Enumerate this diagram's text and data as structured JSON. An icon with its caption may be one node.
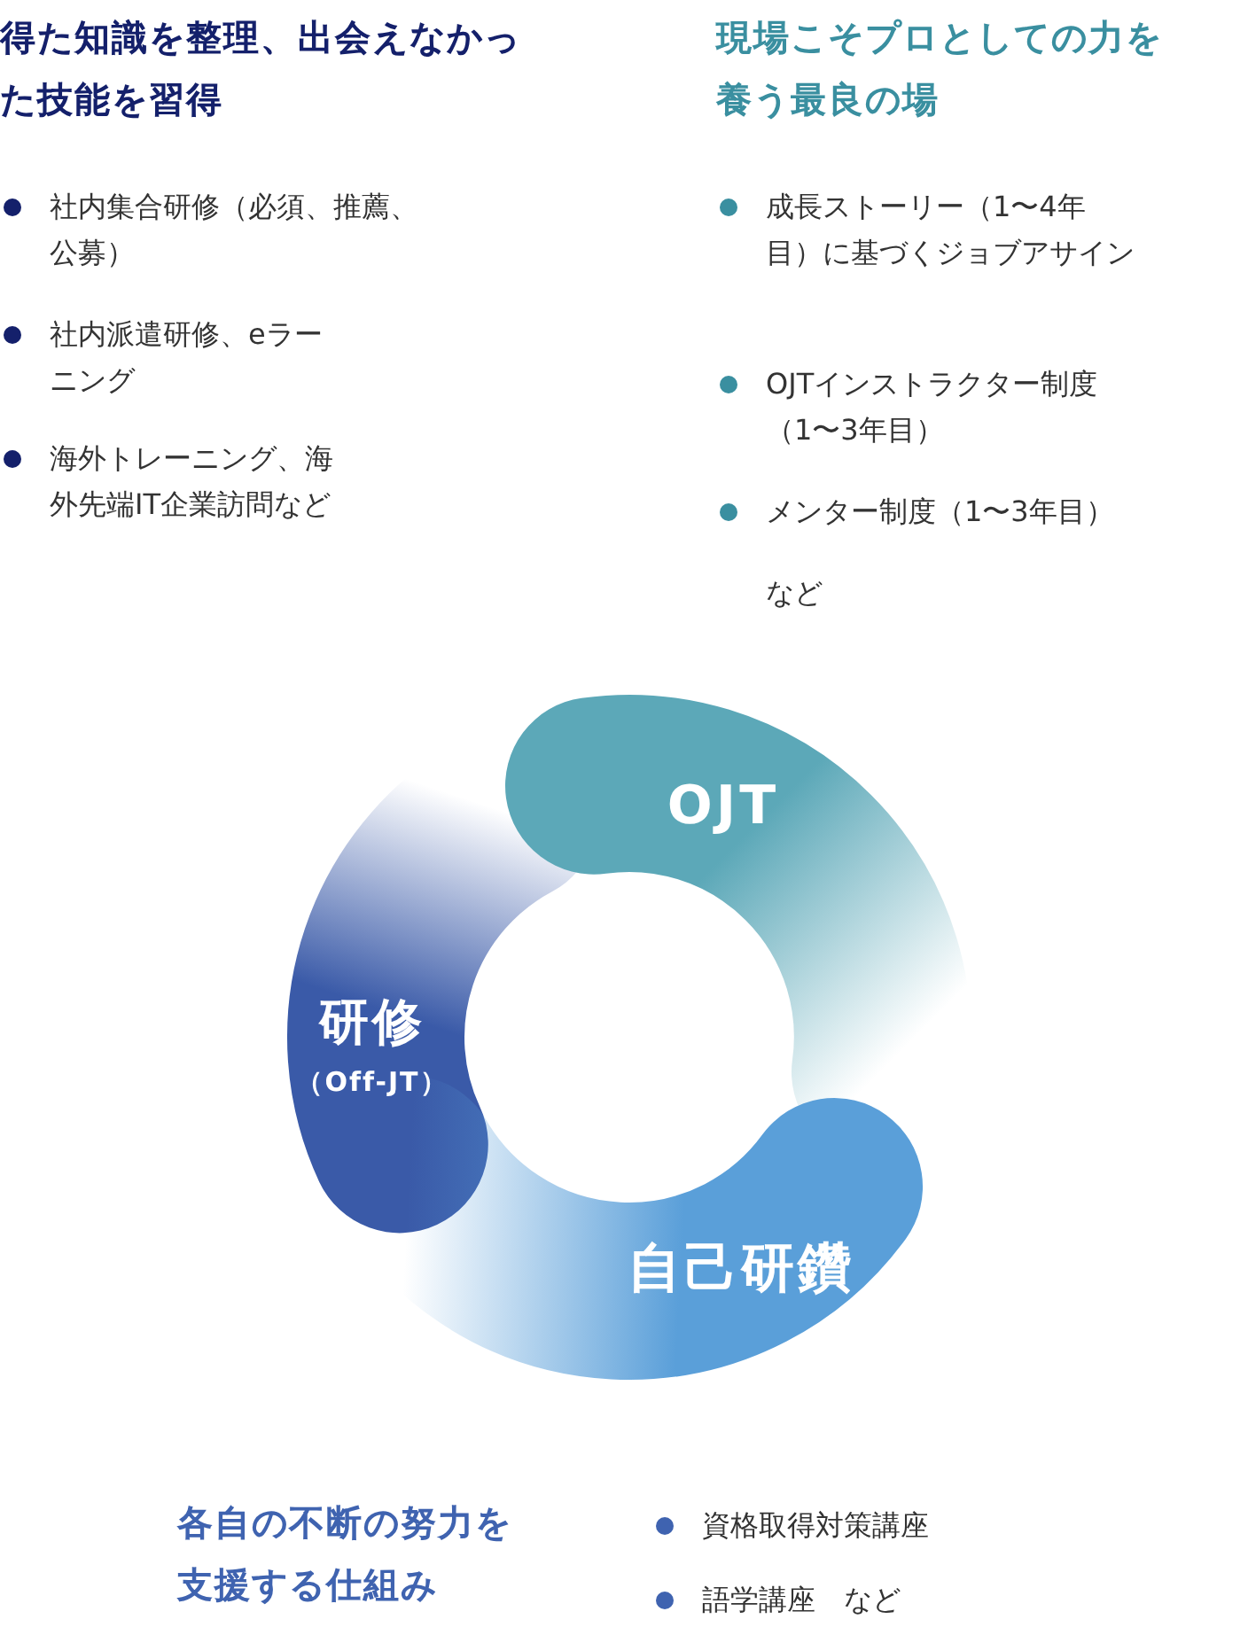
{
  "diagram": {
    "nodes": [
      {
        "text": [
          "研修",
          "（Off-JT）"
        ]
      },
      {
        "text": [
          "OJT"
        ]
      },
      {
        "text": [
          "自己研鑽"
        ]
      }
    ],
    "labels": [
      "得た知識を整理、出会えなかった技能を習得",
      "社内集合研修（必須、推薦、公募）",
      "社内派遣研修、eラーニング",
      "海外トレーニング、海外先端IT企業訪問など",
      "現場こそプロとしての力を養う最良の場",
      "成長ストーリー（1〜4年目）に基づくジョブアサイン",
      "OJTインストラクター制度（1〜3年目）",
      "メンター制度（1〜3年目）",
      "など",
      "各自の不断の努力を支援する仕組み",
      "資格取得対策講座",
      "語学講座　など"
    ]
  }
}
